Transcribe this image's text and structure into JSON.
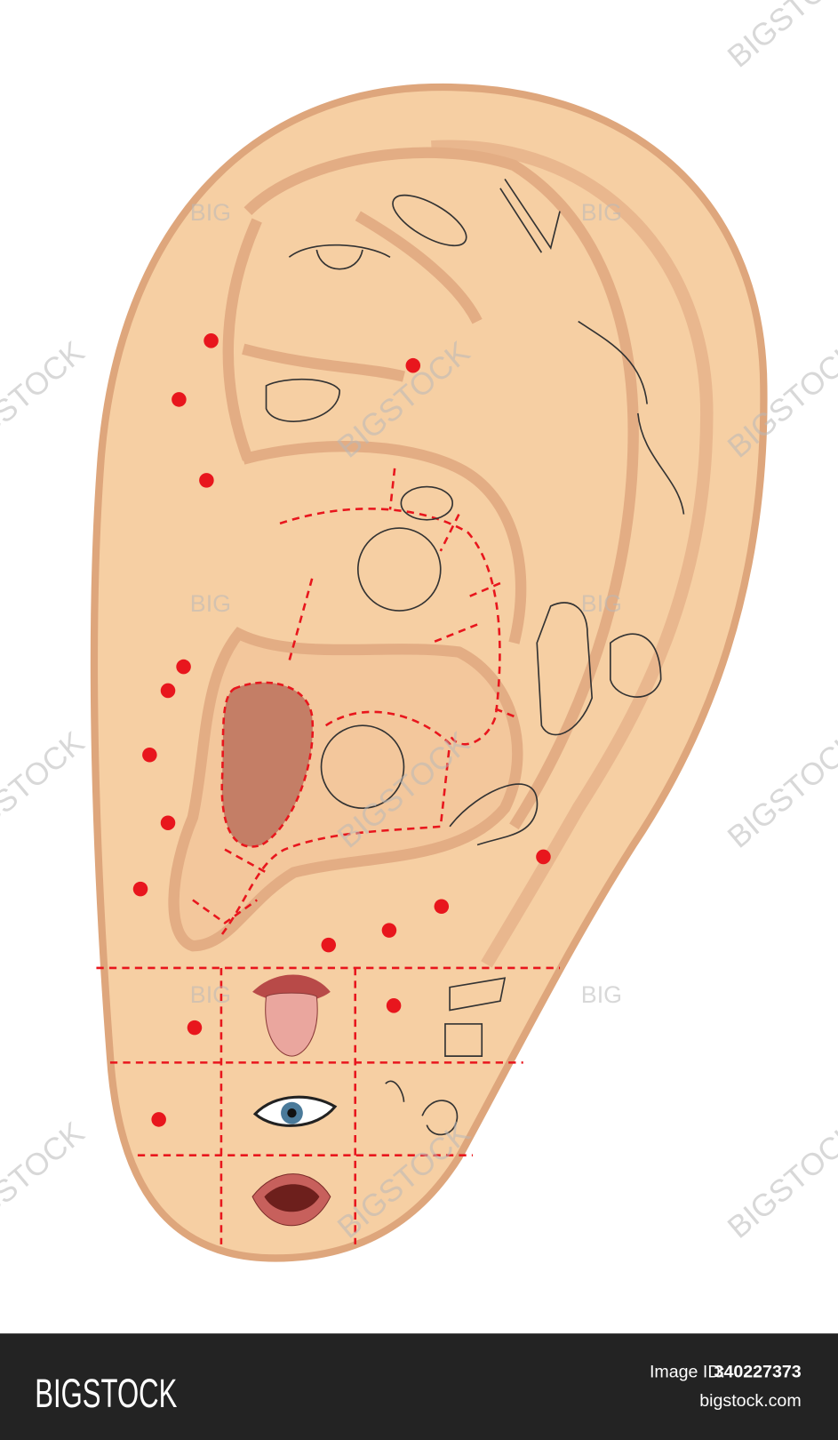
{
  "colors": {
    "skin": "#f6cfa3",
    "rim": "#dea67c",
    "ridge": "#e9b78e",
    "cavity": "#c47e66",
    "point": "#e8161d",
    "dash": "#e8161d",
    "footer": "#232323"
  },
  "watermark": {
    "short": "BIG",
    "long": "BIGSTOCK"
  },
  "footer": {
    "logo": "BIGSTOCK",
    "id_label": "Image ID:",
    "id_value": "340227373",
    "site": "bigstock.com"
  },
  "icons": [
    "uterus-icon",
    "foot-icon",
    "hand-icon",
    "pelvis-icon",
    "hip-icon",
    "arm-icon",
    "kidney-icon",
    "intestines-icon",
    "spine-icon",
    "shoulder-icon",
    "torso-icon",
    "breast-icon",
    "lungs-icon",
    "heart-icon",
    "head-icon",
    "jaw-icon",
    "teeth-icon",
    "tongue-icon",
    "eye-icon",
    "inner-ear-icon",
    "mouth-icon"
  ]
}
